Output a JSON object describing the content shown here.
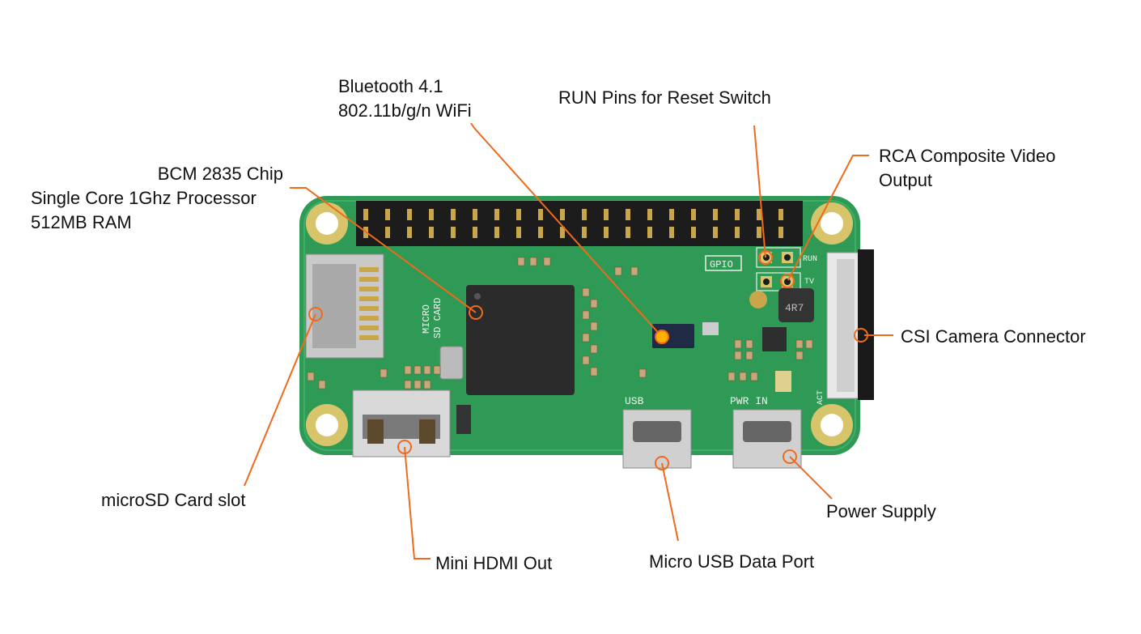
{
  "labels": {
    "bluetooth_line1": "Bluetooth 4.1",
    "bluetooth_line2": "802.11b/g/n WiFi",
    "run_pins": "RUN Pins for Reset Switch",
    "rca_line1": "RCA Composite Video",
    "rca_line2": "Output",
    "bcm_line1": "BCM 2835 Chip",
    "bcm_line2": "Single Core 1Ghz Processor",
    "bcm_line3": "512MB  RAM",
    "csi": "CSI Camera Connector",
    "microsd": "microSD Card slot",
    "hdmi": "Mini HDMI Out",
    "usb_data": "Micro USB Data Port",
    "power": "Power Supply"
  },
  "silkscreen": {
    "gpio": "GPIO",
    "run": "RUN",
    "tv": "TV",
    "usb": "USB",
    "pwr_in": "PWR  IN",
    "micro_sd": "MICRO",
    "sd_card": "SD CARD",
    "act": "ACT",
    "inductor": "4R7"
  },
  "colors": {
    "board": "#2e9a55",
    "board_dark": "#1f7a40",
    "callout": "#f06a1c",
    "pad_gold": "#d8c46a",
    "chip": "#2b2b2b"
  }
}
